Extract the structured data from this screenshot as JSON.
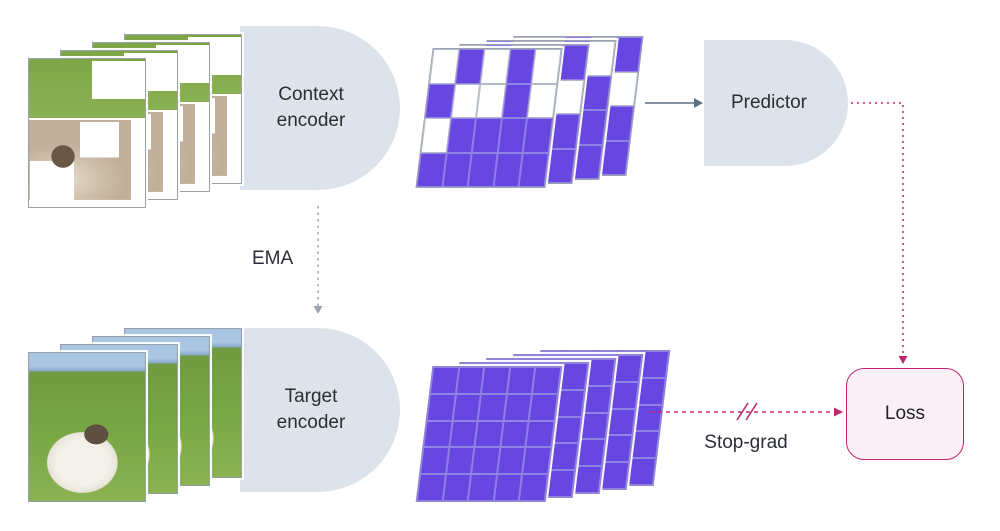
{
  "diagram": {
    "context_encoder_label": "Context encoder",
    "target_encoder_label": "Target encoder",
    "predictor_label": "Predictor",
    "ema_label": "EMA",
    "stop_grad_label": "Stop-grad",
    "loss_label": "Loss"
  },
  "colors": {
    "encoder_block_fill": "#dde3ea",
    "token_purple": "#6747e0",
    "loss_accent": "#c2256e",
    "loss_fill": "#fcf0f7",
    "arrow_gray": "#5d7186"
  },
  "context_tokens": {
    "rows": 4,
    "cols": 5,
    "sheets": [
      [
        [
          0,
          1,
          0,
          1,
          0
        ],
        [
          1,
          0,
          0,
          1,
          0
        ],
        [
          0,
          1,
          1,
          1,
          1
        ],
        [
          1,
          1,
          1,
          1,
          1
        ]
      ],
      [
        [
          0,
          1,
          0,
          0,
          1
        ],
        [
          0,
          0,
          1,
          0,
          0
        ],
        [
          1,
          1,
          0,
          1,
          1
        ],
        [
          1,
          1,
          1,
          1,
          1
        ]
      ],
      [
        [
          1,
          0,
          0,
          1,
          0
        ],
        [
          0,
          1,
          0,
          0,
          1
        ],
        [
          1,
          0,
          1,
          1,
          1
        ],
        [
          1,
          1,
          1,
          1,
          1
        ]
      ],
      [
        [
          0,
          0,
          1,
          0,
          1
        ],
        [
          1,
          0,
          0,
          1,
          0
        ],
        [
          1,
          1,
          1,
          0,
          1
        ],
        [
          1,
          1,
          1,
          1,
          1
        ]
      ]
    ]
  },
  "target_tokens": {
    "rows": 5,
    "cols": 5,
    "sheet_count": 5
  }
}
